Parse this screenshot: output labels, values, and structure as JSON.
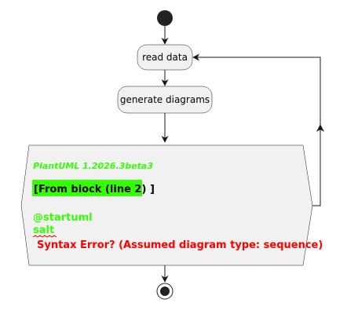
{
  "diagram": {
    "nodes": {
      "read_data": "read data",
      "generate_diagrams": "generate diagrams"
    },
    "error_box": {
      "version": "PlantUML 1.2026.3beta3",
      "block_label": "[From block (line 2) ]",
      "source_lines": [
        "@startuml",
        "salt"
      ],
      "error_message": "Syntax Error? (Assumed diagram type: sequence)"
    }
  },
  "colors": {
    "node_fill": "#F1F1F1",
    "node_stroke": "#181818",
    "edge": "#181818",
    "start_fill": "#222222",
    "version_green": "#33FF02",
    "block_bg": "#33FF02",
    "source_green": "#33FF02",
    "error_red": "#FF0000",
    "squiggle_red": "#FF0000"
  }
}
